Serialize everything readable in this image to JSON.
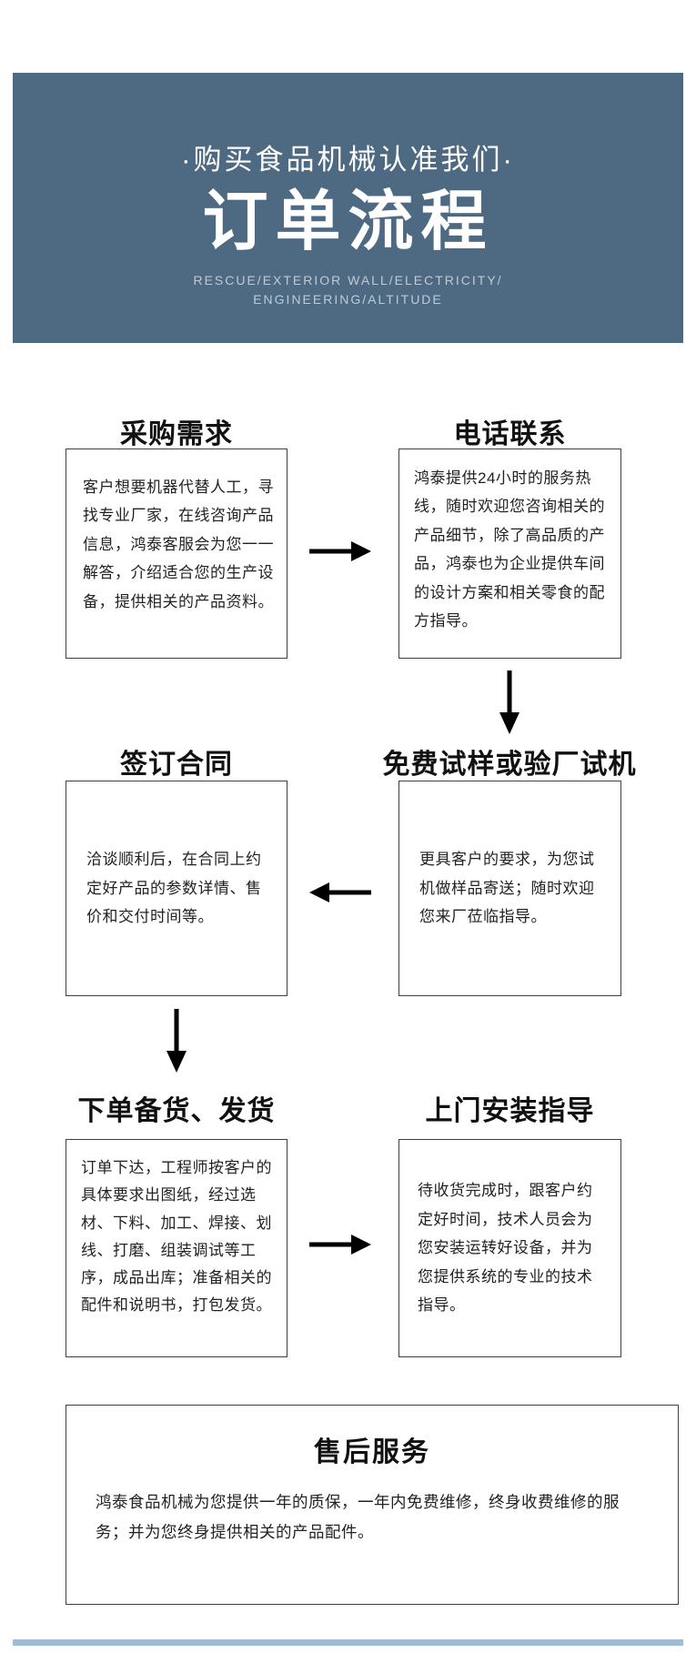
{
  "colors": {
    "header-bg": "#4e6a82",
    "box-border": "#3f3f3f",
    "text": "#1c1c1c",
    "arrow": "#000000",
    "divider": "#9fbbd6"
  },
  "header": {
    "subtitle": "·购买食品机械认准我们·",
    "title": "订单流程",
    "caption_line1": "RESCUE/EXTERIOR WALL/ELECTRICITY/",
    "caption_line2": "ENGINEERING/ALTITUDE"
  },
  "steps": [
    {
      "title": "采购需求",
      "body": "客户想要机器代替人工，寻找专业厂家，在线咨询产品信息，鸿泰客服会为您一一解答，介绍适合您的生产设备，提供相关的产品资料。"
    },
    {
      "title": "电话联系",
      "body": "鸿泰提供24小时的服务热线，随时欢迎您咨询相关的产品细节，除了高品质的产品，鸿泰也为企业提供车间的设计方案和相关零食的配方指导。"
    },
    {
      "title": "签订合同",
      "body": "洽谈顺利后，在合同上约定好产品的参数详情、售价和交付时间等。"
    },
    {
      "title": "免费试样或验厂试机",
      "body": "更具客户的要求，为您试机做样品寄送；随时欢迎您来厂莅临指导。"
    },
    {
      "title": "下单备货、发货",
      "body": "订单下达，工程师按客户的具体要求出图纸，经过选材、下料、加工、焊接、划线、打磨、组装调试等工序，成品出库；准备相关的配件和说明书，打包发货。"
    },
    {
      "title": "上门安装指导",
      "body": "待收货完成时，跟客户约定好时间，技术人员会为您安装运转好设备，并为您提供系统的专业的技术指导。"
    }
  ],
  "after_sales": {
    "title": "售后服务",
    "body": "鸿泰食品机械为您提供一年的质保，一年内免费维修，终身收费维修的服务；并为您终身提供相关的产品配件。"
  }
}
